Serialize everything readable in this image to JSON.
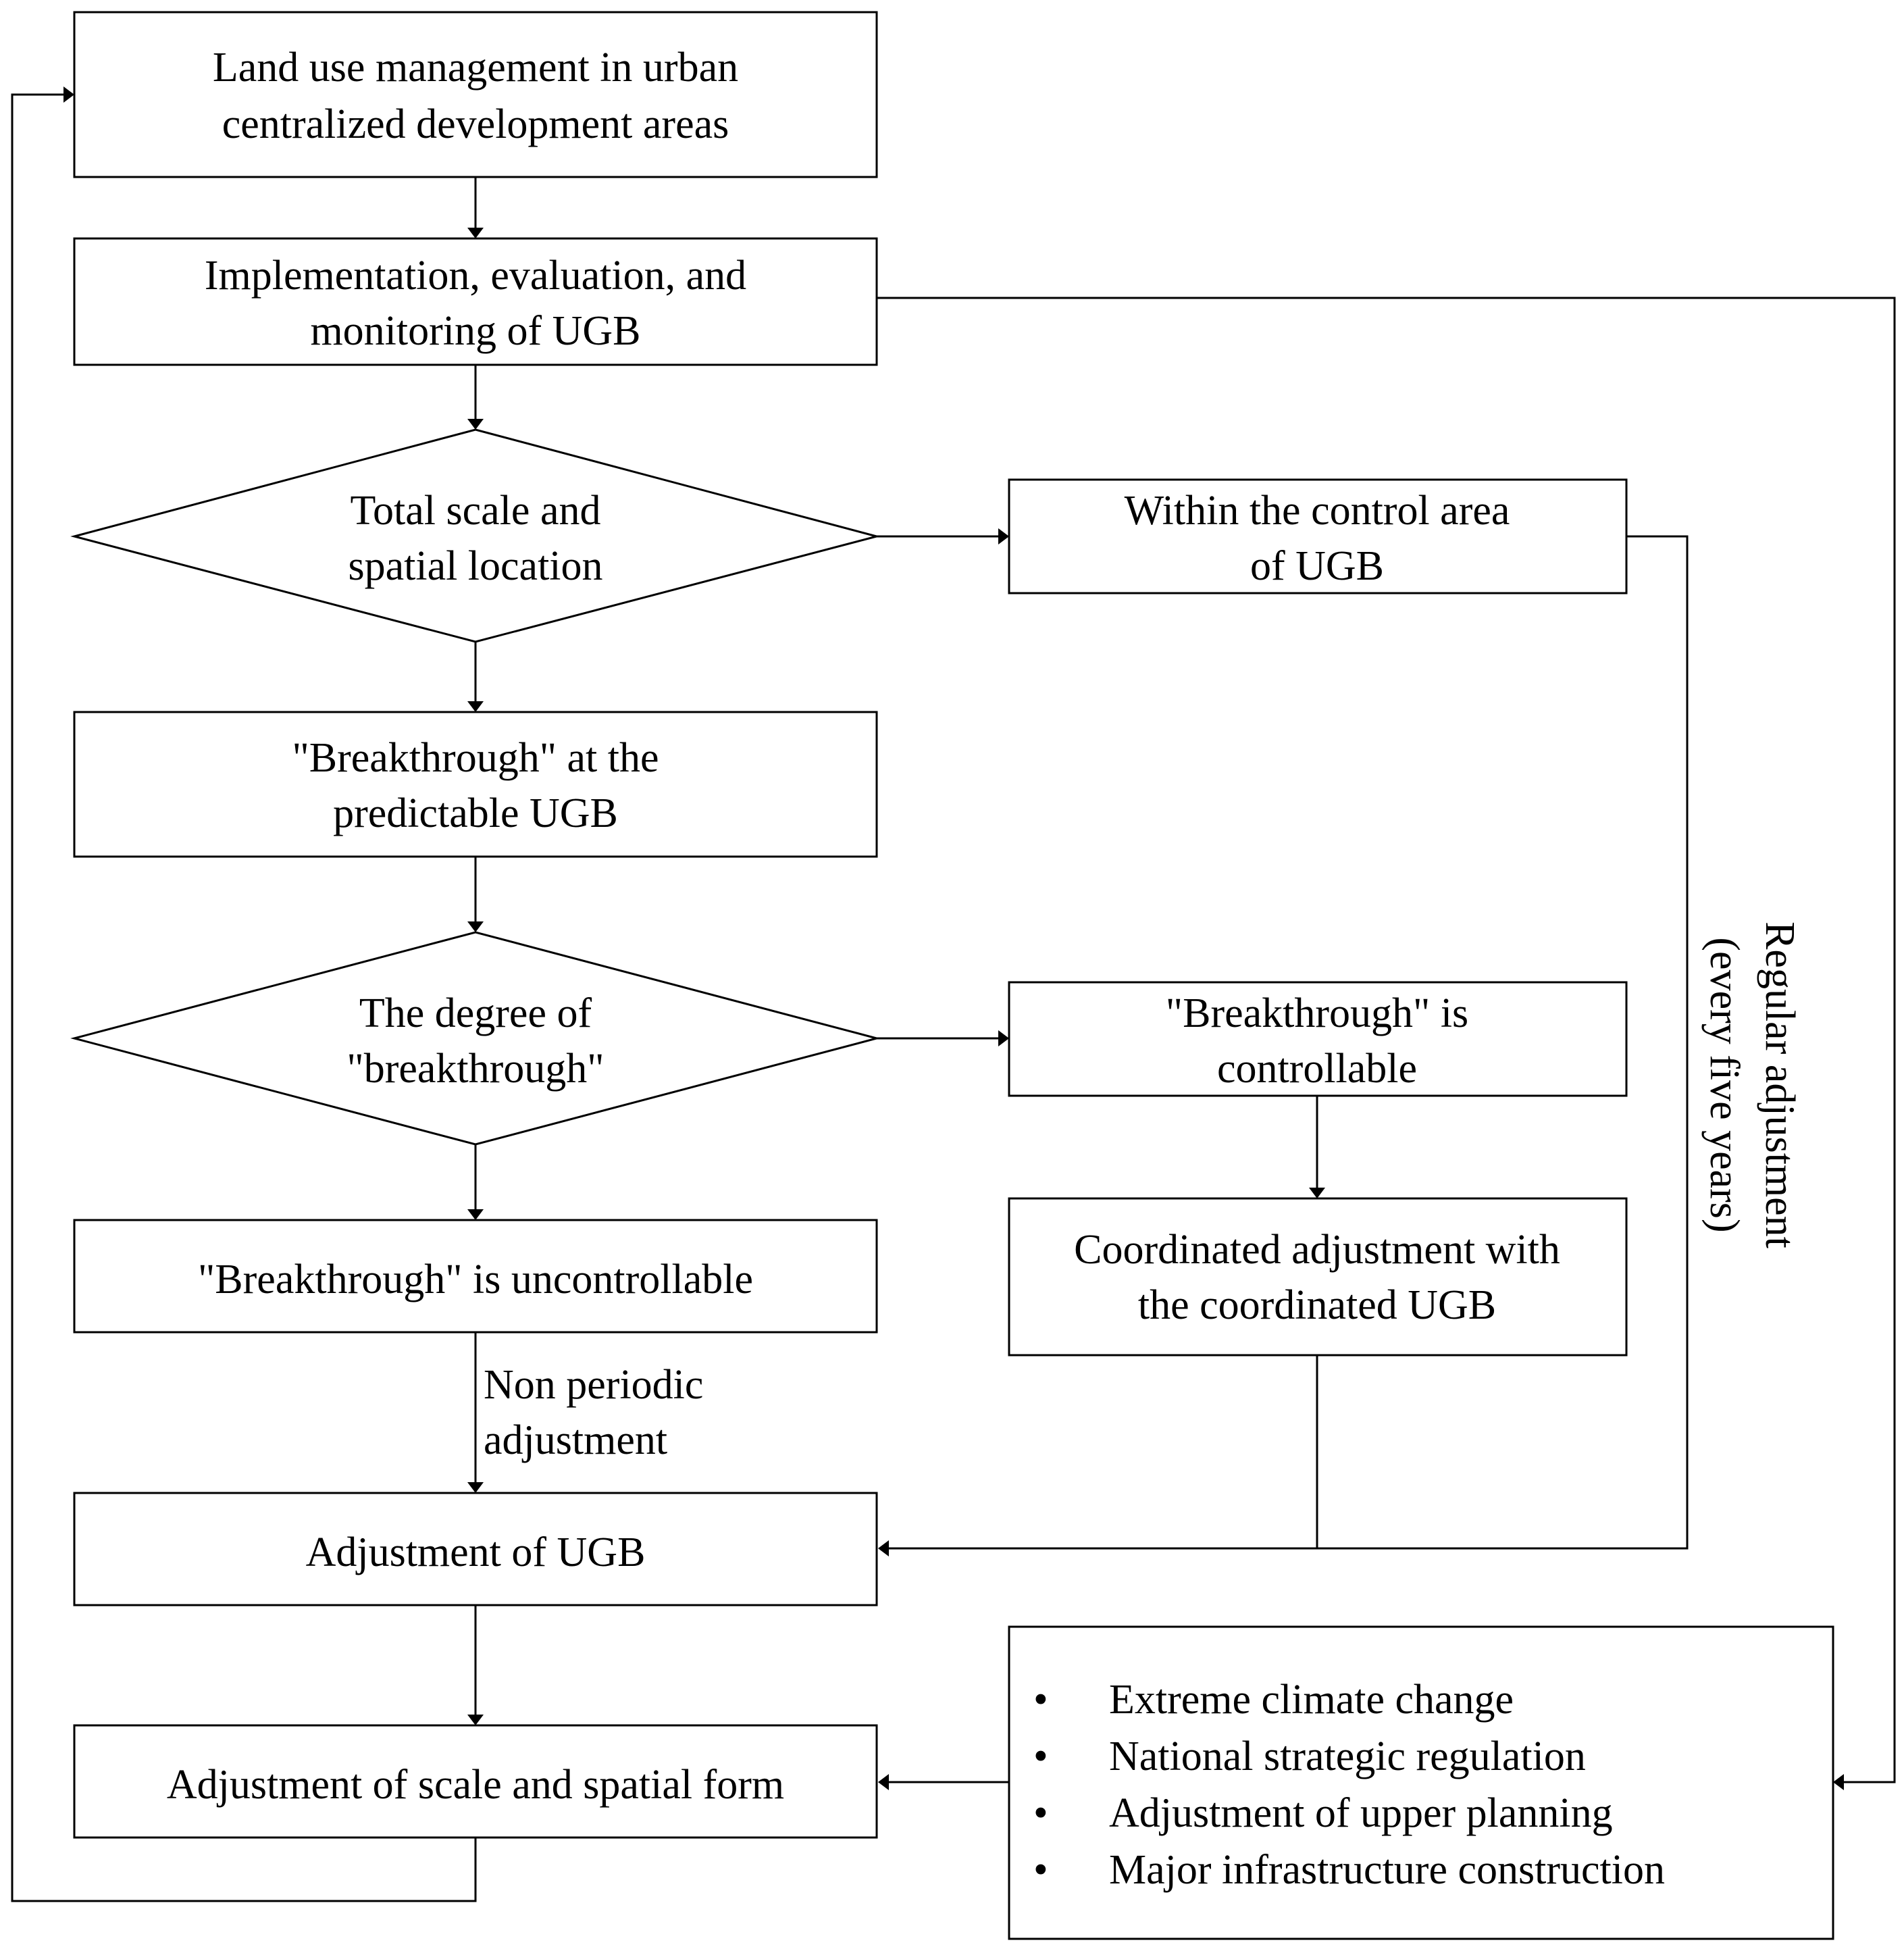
{
  "nodes": {
    "land_use": {
      "lines": [
        "Land use management in urban",
        "centralized development areas"
      ]
    },
    "implementation": {
      "lines": [
        "Implementation, evaluation, and",
        "monitoring of UGB"
      ]
    },
    "total_scale": {
      "lines": [
        "Total scale and",
        "spatial location"
      ]
    },
    "within_control": {
      "lines": [
        "Within the control area",
        "of UGB"
      ]
    },
    "breakthrough_predictable": {
      "lines": [
        "\"Breakthrough\" at the",
        "predictable UGB"
      ]
    },
    "degree": {
      "lines": [
        "The degree of",
        "\"breakthrough\""
      ]
    },
    "controllable": {
      "lines": [
        "\"Breakthrough\" is",
        "controllable"
      ]
    },
    "uncontrollable": {
      "lines": [
        "\"Breakthrough\" is uncontrollable"
      ]
    },
    "coordinated": {
      "lines": [
        "Coordinated adjustment with",
        "the coordinated UGB"
      ]
    },
    "adjust_ugb": {
      "lines": [
        "Adjustment of UGB"
      ]
    },
    "adjust_scale": {
      "lines": [
        "Adjustment of scale and spatial form"
      ]
    },
    "factors": {
      "bullet": "•",
      "items": [
        "Extreme climate change",
        "National strategic regulation",
        "Adjustment of upper planning",
        "Major infrastructure construction"
      ]
    }
  },
  "edge_labels": {
    "non_periodic": {
      "lines": [
        "Non periodic",
        "adjustment"
      ]
    },
    "regular": {
      "lines": [
        "Regular adjustment",
        "(every five years)"
      ]
    }
  }
}
